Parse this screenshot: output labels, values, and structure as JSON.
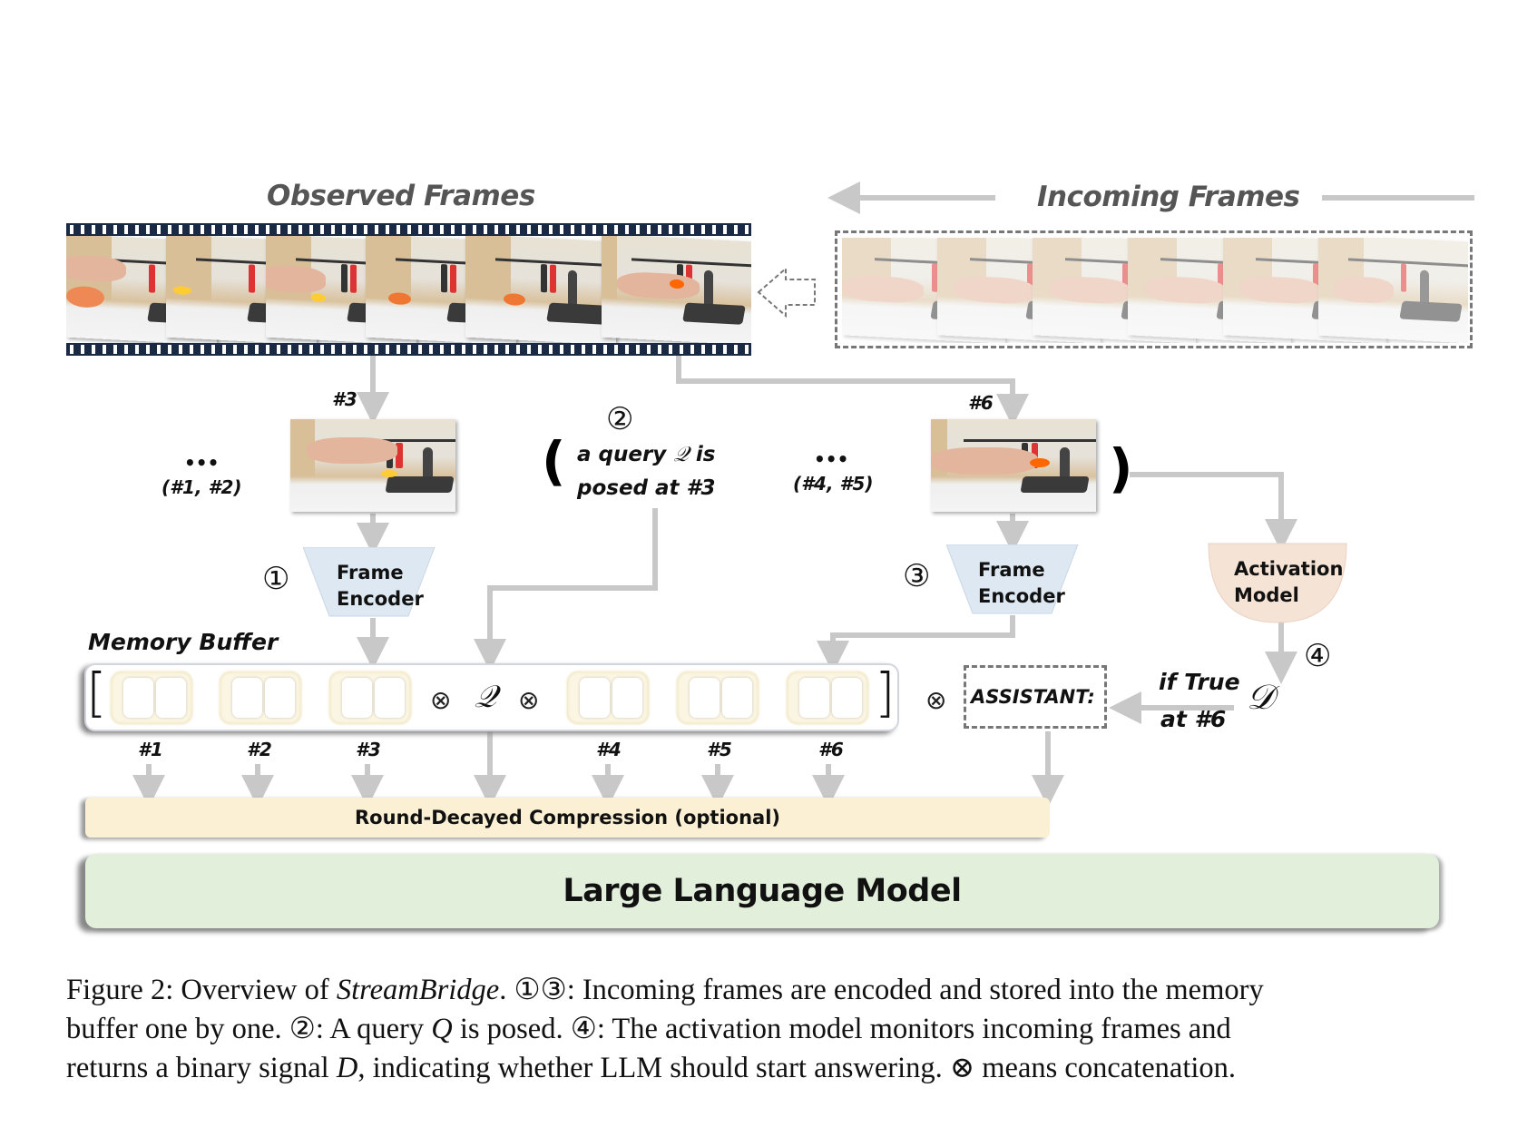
{
  "figure": {
    "observed_title": "Observed Frames",
    "incoming_title": "Incoming Frames",
    "frame_labels": {
      "f3": "#3",
      "f6": "#6"
    },
    "ellipsis": "•••",
    "skipped_before": "(#1, #2)",
    "skipped_between": "(#4, #5)",
    "step_markers": {
      "one": "①",
      "two": "②",
      "three": "③",
      "four": "④"
    },
    "query_open_paren": "(",
    "query_close_paren": ")",
    "query_line1_pre": "a query ",
    "query_symbol": "𝒬",
    "query_line1_post": " is",
    "query_line2": "posed at #3",
    "encoder_label_line1": "Frame",
    "encoder_label_line2": "Encoder",
    "activation_label_line1": "Activation",
    "activation_label_line2": "Model",
    "memory_buffer_title": "Memory Buffer",
    "bracket_open": "[",
    "bracket_close": "]",
    "concat_symbol": "⊗",
    "token_labels": [
      "#1",
      "#2",
      "#3",
      "#4",
      "#5",
      "#6"
    ],
    "assistant_label": "ASSISTANT:",
    "signal_symbol": "𝒟",
    "condition_line1": "if True",
    "condition_line2": "at #6",
    "compression_label": "Round-Decayed Compression (optional)",
    "llm_label": "Large Language Model",
    "colors": {
      "encoder": "#dde8f3",
      "activation": "#f5e3d6",
      "compression": "#fbf0d3",
      "llm": "#e2efdb",
      "arrow": "#c8c8c8",
      "title": "#555555"
    }
  },
  "caption": {
    "line1_prefix": "Figure 2: Overview of ",
    "line1_italic": "StreamBridge",
    "line1_suffix": ". ①③: Incoming frames are encoded and stored into the memory",
    "line2_prefix": "buffer one by one. ②: A query ",
    "line2_q": "Q",
    "line2_suffix": " is posed. ④: The activation model monitors incoming frames and",
    "line3_prefix": "returns a binary signal ",
    "line3_d": "D",
    "line3_suffix": ", indicating whether LLM should start answering. ⊗ means concatenation."
  }
}
